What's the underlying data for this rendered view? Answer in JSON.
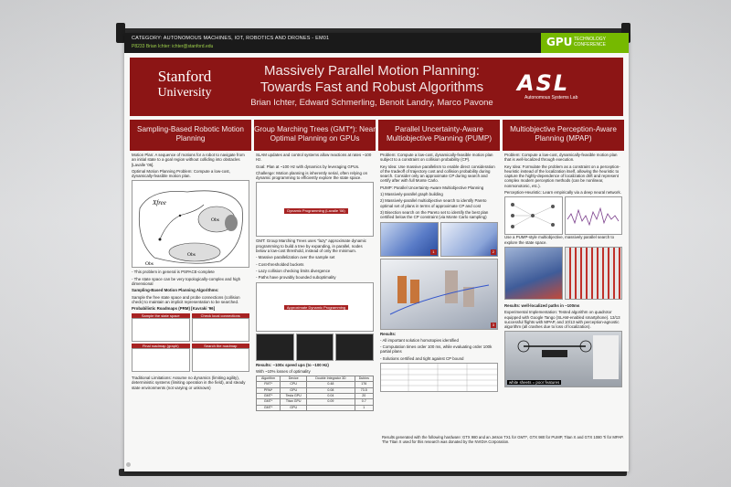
{
  "poster": {
    "category": "CATEGORY: AUTONOMOUS MACHINES, IOT, ROBOTICS AND DRONES - EM01",
    "contact": "P8233    Brian Ichter: ichter@stanford.edu",
    "gtc_main": "GPU",
    "gtc_sub": "TECHNOLOGY CONFERENCE",
    "stanford": "Stanford",
    "university": "University",
    "title_line1": "Massively Parallel Motion Planning:",
    "title_line2": "Towards Fast and Robust Algorithms",
    "authors": "Brian Ichter, Edward Schmerling, Benoit Landry, Marco Pavone",
    "logo_text": "ASL",
    "logo_sub": "Autonomous Systems Lab"
  },
  "columns": [
    {
      "heading": "Sampling-Based Robotic Motion Planning",
      "paragraphs": [
        "Motion Plan: A sequence of motions for a robot to navigate from an initial state to a goal region without colliding into obstacles [Lavalle '06].",
        "Optimal Motion Planning Problem: Compute a low-cost, dynamically-feasible motion plan."
      ],
      "fig_labels": [
        "Xfree",
        "Obs",
        "Obs",
        "Obs"
      ],
      "bullets": [
        "- This problem in general is PSPACE-complete",
        "- The state space can be very topologically-complex and high dimensional"
      ],
      "sub_heading": "Sampling-Based Motion Planning Algorithms:",
      "sub_text": "Sample the free state space and probe connections (collision check) to maintain an implicit representation to be searched.",
      "prm_heading": "Probabilistic Roadmaps (PRM) [Kavraki '96]",
      "prm_labels": [
        "Sample the state space",
        "Check local connections",
        "Final roadmap (graph)",
        "Search the roadmap"
      ],
      "limits": "Traditional Limitations: Assume no dynamics (limiting agility), deterministic systems (limiting operation in the field), and steady state environments (not varying or unknown)"
    },
    {
      "heading": "Group Marching Trees (GMT*): Near Optimal Planning on GPUs",
      "paragraphs": [
        "SLAM updates and control systems allow reactions at rates ~100 Hz.",
        "Goal: Plan at ~100 Hz with dynamics by leveraging GPUs.",
        "Challenge: Motion planning is inherently serial, often relying on dynamic programming to efficiently explore the state space."
      ],
      "dp_label": "Dynamic Programming (Lavalle '06)",
      "gmt_text": "GMT: Group Marching Trees uses \"lazy\" approximate dynamic programming to build a tree by expanding, in parallel, nodes below a low-cost threshold, instead of only the minimum.",
      "bullets": [
        "- Massive parallelization over the sample set",
        "- Cost-thresholded buckets",
        "- Lazy collision checking limits divergence",
        "- Paths have provably bounded suboptimality"
      ],
      "adp_label": "Approximate Dynamic Programming",
      "results": "Results: ~100x speed ups (to ~100 Hz)",
      "results_sub": "With ~10% losses of optimality",
      "table_headers": [
        "Algorithm",
        "Device",
        "Double Integrator 3D",
        "Dubins"
      ],
      "table_rows": [
        [
          "FMT*",
          "CPU",
          "0.48",
          "176"
        ],
        [
          "PRM*",
          "GPU",
          "0.08",
          "73.5"
        ],
        [
          "GMT*",
          "Tesla GPU",
          "0.04",
          "20"
        ],
        [
          "GMT*",
          "Titan GPU",
          "0.09",
          "0.7"
        ],
        [
          "GMT*",
          "GPU",
          "",
          "1"
        ]
      ]
    },
    {
      "heading": "Parallel Uncertainty-Aware Multiobjective Planning (PUMP)",
      "paragraphs": [
        "Problem: Compute a low-cost, dynamically-feasible motion plan subject to a constraint on collision probability (CP).",
        "Key Idea: Use massive parallelism to enable direct consideration of the tradeoff of trajectory cost and collision probability during search. Consider only an approximate CP during search and certify after with full Monte Carlo.",
        "PUMP: Parallel Uncertainty-Aware Multiobjective Planning"
      ],
      "steps": [
        "1) Massively-parallel graph building",
        "2) Massively-parallel multiobjective search to identify Pareto optimal set of plans in terms of approximate CP and cost",
        "3) Bisection search on the Pareto set to identify the best plan certified below the CP constraint (via Monte Carlo sampling)"
      ],
      "fig_numbers": [
        "1",
        "2",
        "3"
      ],
      "results_head": "Results:",
      "results": [
        "- All important solution homotopies identified",
        "- Computation times order 100 ms, while evaluating order 100k partial plans",
        "- Solutions certified and tight against CP bound"
      ],
      "hardware": "Results generated with the following hardware: GTX 980 and an Jetson TX1 for GMT*, GTX 980 for PUMP, Titan X and GTX 1080 Ti for MPAP. The Titan X used for this research was donated by the NVIDIA Corporation."
    },
    {
      "heading": "Multiobjective Perception-Aware Planning (MPAP)",
      "paragraphs": [
        "Problem: Compute a low-cost, dynamically-feasible motion plan that is well-localized through execution.",
        "Key Idea: Formulate the problem as a constraint on a perception-heuristic instead of the localization itself, allowing the heuristic to capture the highly-dependence of localization drift and represent complex modern perception methods (can be nonlinear, nonmonotonic, etc.).",
        "Perception-Heuristic: Learn empirically via a deep neural network."
      ],
      "pump_text": "Use a PUMP-style multiobjective, massively parallel search to explore the state space.",
      "results": "Results: well-localized paths in ~100ms",
      "experiment": "Experimental Implementation: Tested algorithm on quadrotor equipped with Google Tango (SLAM-enabled smartphone). 13/13 successful flights with MPAP, and 10/13 with perception-agnostic algorithm (all crashes due to loss of localization).",
      "photo_caption": "white sheets = poor features"
    }
  ],
  "colors": {
    "cardinal": "#8c1515",
    "gtc_green": "#76b900",
    "poster_bg": "#f7f7f6",
    "dark_bar": "#1a1a1a"
  }
}
